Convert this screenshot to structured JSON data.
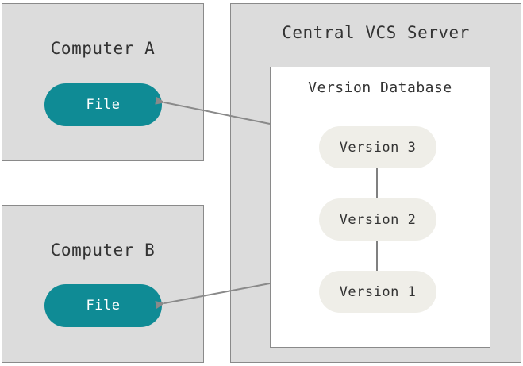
{
  "computer_a": {
    "title": "Computer A",
    "file_label": "File"
  },
  "computer_b": {
    "title": "Computer B",
    "file_label": "File"
  },
  "server": {
    "title": "Central VCS Server",
    "database": {
      "title": "Version Database",
      "versions": [
        "Version 3",
        "Version 2",
        "Version 1"
      ]
    }
  },
  "colors": {
    "box_fill": "#dcdcdc",
    "file_pill": "#0f8b95",
    "version_pill": "#efeee8",
    "connector": "#8a8a8a"
  }
}
